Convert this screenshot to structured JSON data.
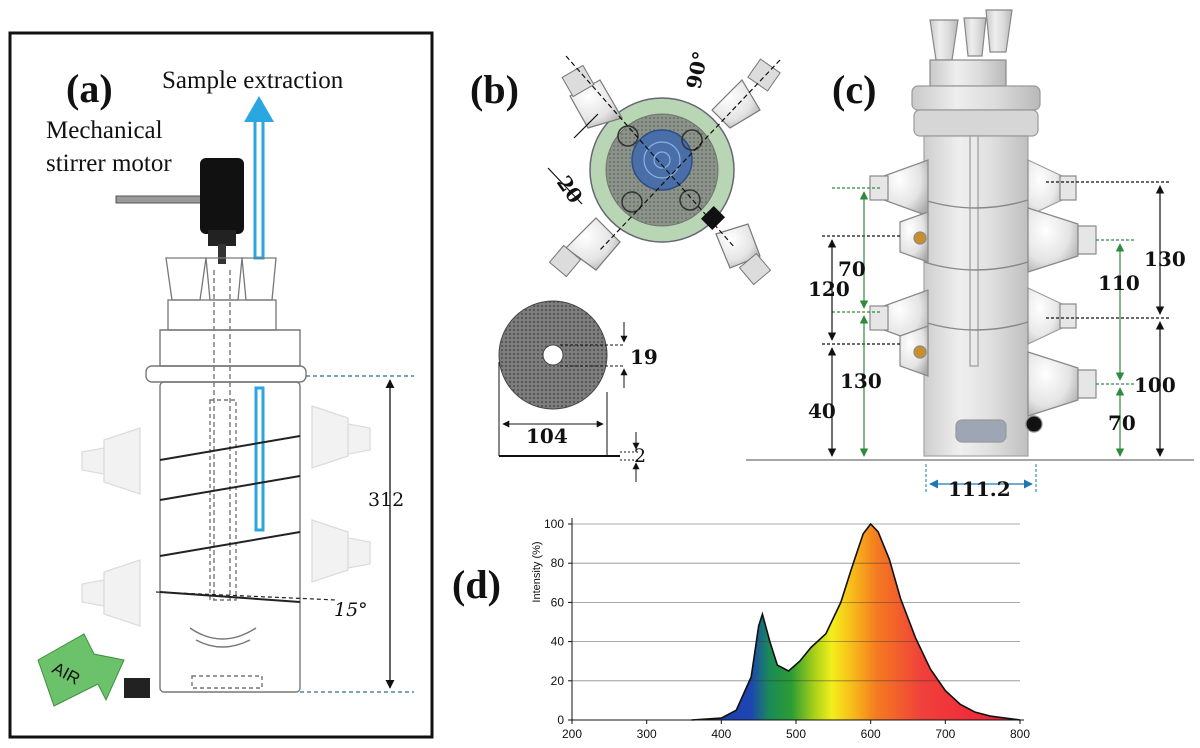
{
  "panels": {
    "a": {
      "label": "(a)",
      "sample_extraction": "Sample extraction",
      "motor_line1": "Mechanical",
      "motor_line2": "stirrer motor",
      "height_dim": "312",
      "angle": "15°",
      "air": "AIR",
      "colors": {
        "sample_tube": "#2aa7e0",
        "air_arrow": "#6cc26a",
        "motor": "#111111"
      }
    },
    "b": {
      "label": "(b)",
      "angle": "90°",
      "spacing": "20",
      "disk_hole": "19",
      "disk_diameter": "104",
      "disk_thickness": "2",
      "colors": {
        "base_plate": "#b9d6b4",
        "center": "#4a6fa8"
      }
    },
    "c": {
      "label": "(c)",
      "dims_left": [
        "70",
        "120",
        "130",
        "40"
      ],
      "dims_right": [
        "130",
        "110",
        "100",
        "70"
      ],
      "base_width": "111.2",
      "colors": {
        "guide_green": "#2e8b3a",
        "guide_blue": "#1f77b4"
      }
    },
    "d": {
      "label": "(d)",
      "chart_data": {
        "type": "area",
        "title": "",
        "xlabel": "",
        "ylabel": "Intensity (%)",
        "xlim": [
          200,
          800
        ],
        "ylim": [
          0,
          100
        ],
        "xticks": [
          "200",
          "300",
          "400",
          "500",
          "600",
          "700",
          "800"
        ],
        "yticks": [
          "0",
          "20",
          "40",
          "60",
          "80",
          "100"
        ],
        "grid": true,
        "series": [
          {
            "x": [
              360,
              380,
              400,
              420,
              440,
              450,
              455,
              465,
              475,
              490,
              505,
              520,
              540,
              560,
              575,
              590,
              600,
              610,
              625,
              640,
              660,
              680,
              700,
              720,
              740,
              760,
              780,
              800
            ],
            "values": [
              0,
              0.5,
              1,
              5,
              22,
              48,
              54,
              40,
              28,
              25,
              30,
              37,
              44,
              60,
              78,
              95,
              100,
              96,
              82,
              62,
              42,
              26,
              15,
              8,
              4,
              2,
              1,
              0
            ]
          }
        ]
      }
    }
  }
}
